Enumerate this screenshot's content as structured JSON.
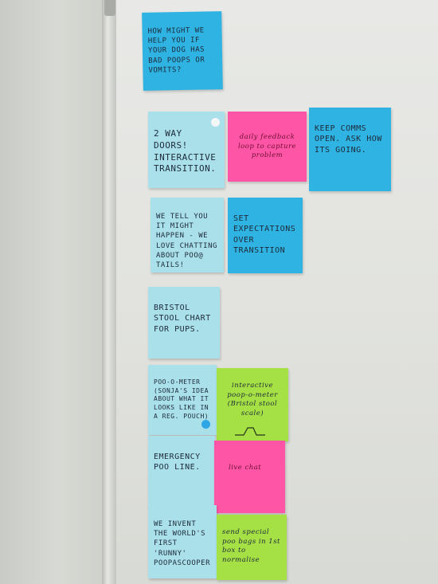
{
  "notes": [
    {
      "id": "dog-poops",
      "text": "How might we help you if your dog has bad poops or vomits?"
    },
    {
      "id": "two-way-doors",
      "text": "2 way doors!\nInteractive transition."
    },
    {
      "id": "daily-feedback",
      "text": "daily feedback loop to capture problem"
    },
    {
      "id": "keep-comms",
      "text": "Keep comms open. Ask how its going."
    },
    {
      "id": "we-tell-you",
      "text": "We tell you it might happen - we love chatting about poo@ tails!"
    },
    {
      "id": "set-expectations",
      "text": "Set expectations over transition"
    },
    {
      "id": "bristol-stool",
      "text": "Bristol stool chart for pups."
    },
    {
      "id": "poo-o-meter",
      "text": "Poo-o-meter (Sonja's idea about what it looks like in a reg. pouch)"
    },
    {
      "id": "interactive-poop",
      "text": "interactive poop-o-meter (Bristol stool scale)"
    },
    {
      "id": "emergency-poo",
      "text": "Emergency poo line."
    },
    {
      "id": "live-chat",
      "text": "live chat"
    },
    {
      "id": "we-invent",
      "text": "We invent the world's first 'runny' poopascooper"
    },
    {
      "id": "special-poo-bags",
      "text": "send special poo bags in 1st box to normalise"
    }
  ],
  "colors": {
    "blue": "#2fb3e3",
    "pale": "#a9e0ea",
    "pink": "#ff55a6",
    "green": "#a5e044"
  }
}
